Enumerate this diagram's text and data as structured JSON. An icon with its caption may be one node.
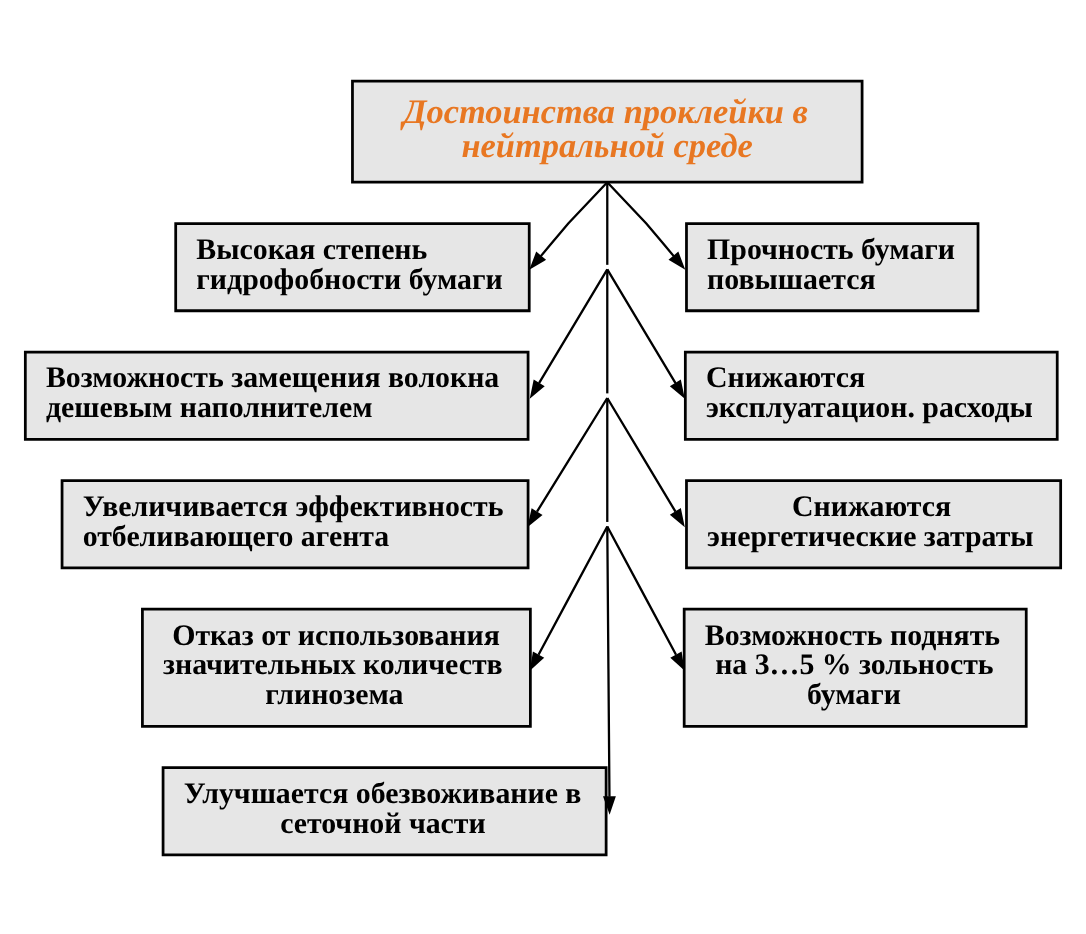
{
  "diagram": {
    "nodes": [
      {
        "text": [
          "Достоинства проклейки в нейтральной среде"
        ]
      },
      {
        "text": [
          "Высокая степень гидрофобности бумаги"
        ]
      },
      {
        "text": [
          "Прочность бумаги повышается"
        ]
      },
      {
        "text": [
          "Возможность замещения волокна дешевым наполнителем"
        ]
      },
      {
        "text": [
          "Снижаются эксплуатацион. расходы"
        ]
      },
      {
        "text": [
          "Увеличивается эффективность отбеливающего агента"
        ]
      },
      {
        "text": [
          "Снижаются энергетические затраты"
        ]
      },
      {
        "text": [
          "Отказ от использования значительных количеств глинозема"
        ]
      },
      {
        "text": [
          "Возможность поднять на 3…5 % зольность бумаги"
        ]
      },
      {
        "text": [
          "Улучшается обезвоживание в сеточной части"
        ]
      }
    ],
    "edges": [
      {
        "from": 0,
        "to": 1,
        "arrow": "to"
      },
      {
        "from": 0,
        "to": 3,
        "arrow": "to"
      },
      {
        "from": 0,
        "to": 5,
        "arrow": "to"
      },
      {
        "from": 0,
        "to": 7,
        "arrow": "to"
      },
      {
        "from": 0,
        "to": 9,
        "arrow": "to"
      },
      {
        "from": 0,
        "to": 8,
        "arrow": "to"
      },
      {
        "from": 0,
        "to": 6,
        "arrow": "to"
      },
      {
        "from": 0,
        "to": 4,
        "arrow": "to"
      },
      {
        "from": 0,
        "to": 2,
        "arrow": "to"
      }
    ]
  }
}
